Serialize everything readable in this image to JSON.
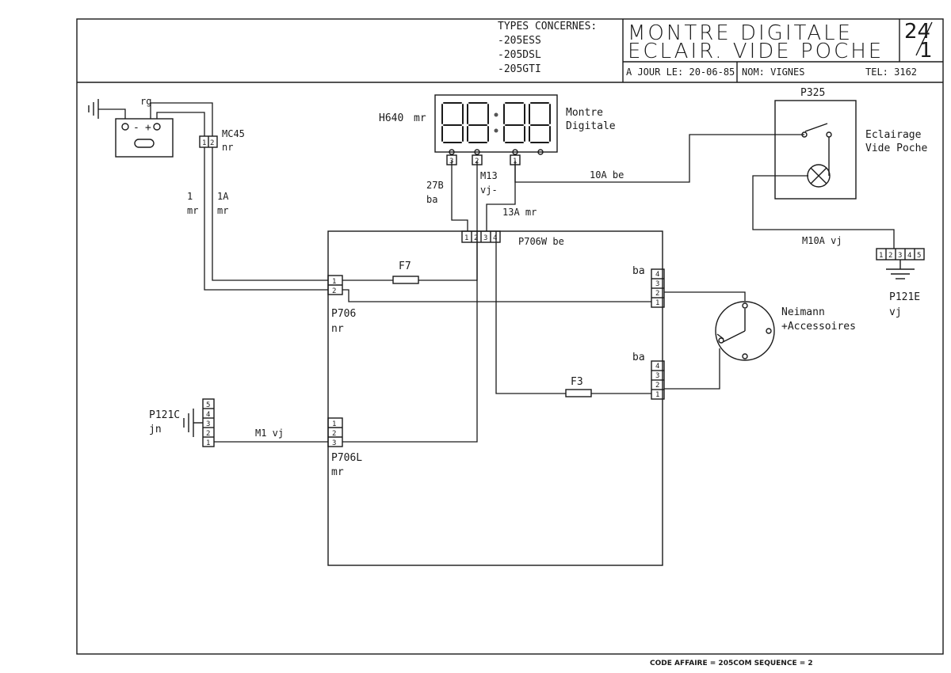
{
  "header": {
    "types_label": "TYPES CONCERNES:",
    "types": [
      "-205ESS",
      "-205DSL",
      "-205GTI"
    ],
    "title_line1": "MONTRE DIGITALE",
    "title_line2": "ECLAIR. VIDE POCHE",
    "sheet_number": "24",
    "sheet_sub": "1",
    "date_field": "A JOUR LE: 20-06-85",
    "name_field": "NOM: VIGNES",
    "tel_field": "TEL: 3162"
  },
  "footer": "CODE AFFAIRE = 205COM SEQUENCE = 2",
  "components": {
    "battery_wire": "rg",
    "mc45": {
      "name": "MC45",
      "color": "nr",
      "pins": [
        "1",
        "2"
      ]
    },
    "wire_1": {
      "name": "1",
      "color": "mr"
    },
    "wire_1a": {
      "name": "1A",
      "color": "mr"
    },
    "clock": {
      "name": "H640",
      "color": "mr",
      "label1": "Montre",
      "label2": "Digitale",
      "pins": [
        "3",
        "2",
        "1"
      ]
    },
    "wire_27b": {
      "name": "27B",
      "color": "ba"
    },
    "wire_m13": {
      "name": "M13",
      "color": "vj-"
    },
    "wire_13a": "13A mr",
    "wire_10a": "10A be",
    "p325": {
      "name": "P325",
      "label1": "Eclairage",
      "label2": "Vide Poche"
    },
    "wire_m10a": "M10A vj",
    "p121e": {
      "name": "P121E",
      "color": "vj",
      "pins": [
        "1",
        "2",
        "3",
        "4",
        "5"
      ]
    },
    "p706w": {
      "name": "P706W be",
      "pins": [
        "1",
        "2",
        "3",
        "4"
      ]
    },
    "fuse_f7": "F7",
    "fuse_f3": "F3",
    "p706": {
      "name": "P706",
      "color": "nr",
      "pins": [
        "1",
        "2"
      ]
    },
    "p706_right_top": {
      "color": "ba",
      "pins": [
        "1",
        "2",
        "3",
        "4"
      ]
    },
    "p706_right_bottom": {
      "color": "ba",
      "pins": [
        "1",
        "2",
        "3",
        "4"
      ]
    },
    "neimann": {
      "label1": "Neimann",
      "label2": "+Accessoires"
    },
    "p121c": {
      "name": "P121C",
      "color": "jn",
      "pins": [
        "1",
        "2",
        "3",
        "4",
        "5"
      ]
    },
    "wire_m1": "M1 vj",
    "p706l": {
      "name": "P706L",
      "color": "mr",
      "pins": [
        "1",
        "2",
        "3"
      ]
    }
  }
}
